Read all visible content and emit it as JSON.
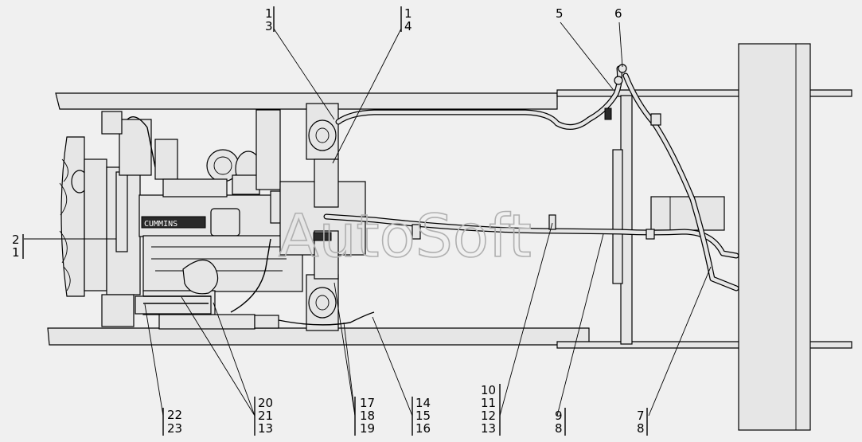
{
  "watermark": "AutoSoft",
  "engine_brand": "CUMMINS",
  "callouts": [
    {
      "id": "c-1-3",
      "lines": [
        "1",
        "3"
      ]
    },
    {
      "id": "c-1-4",
      "lines": [
        "1",
        "4"
      ]
    },
    {
      "id": "c-5",
      "lines": [
        "5"
      ]
    },
    {
      "id": "c-6",
      "lines": [
        "6"
      ]
    },
    {
      "id": "c-2-1",
      "lines": [
        "2",
        "1"
      ]
    },
    {
      "id": "c-22-23",
      "lines": [
        "22",
        "23"
      ]
    },
    {
      "id": "c-20-21-13",
      "lines": [
        "20",
        "21",
        "13"
      ]
    },
    {
      "id": "c-17-18-19",
      "lines": [
        "17",
        "18",
        "19"
      ]
    },
    {
      "id": "c-14-15-16",
      "lines": [
        "14",
        "15",
        "16"
      ]
    },
    {
      "id": "c-10-11-12-13",
      "lines": [
        "10",
        "11",
        "12",
        "13"
      ]
    },
    {
      "id": "c-9-8",
      "lines": [
        "9",
        "8"
      ]
    },
    {
      "id": "c-7-8",
      "lines": [
        "7",
        "8"
      ]
    }
  ]
}
